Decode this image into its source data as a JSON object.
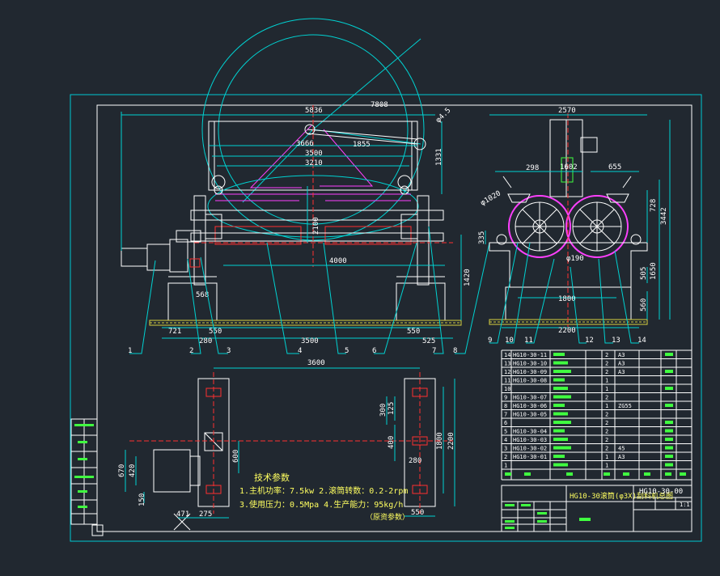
{
  "colors": {
    "background": "#212830",
    "frame": "#00c8d2",
    "outline": "#ffffff",
    "dimension": "#00d2d2",
    "text": "#ffffff",
    "red": "#ff3030",
    "magenta": "#ff40ff",
    "green": "#40ff40",
    "ground": "#d8d040",
    "yellow": "#ffff60"
  },
  "front_view": {
    "dims": {
      "d5836": "5836",
      "d7808": "7808",
      "d3666": "3666",
      "d1855": "1855",
      "d3500": "3500",
      "d3210": "3210",
      "d1331": "1331",
      "d2100": "2100",
      "d4000": "4000",
      "d335": "335",
      "d1420": "1420",
      "d568": "568",
      "d721": "721",
      "d280": "280",
      "d550": "550",
      "d3500b": "3500",
      "d550b": "550",
      "d525": "525",
      "phi": "φ4.5"
    },
    "balloons": [
      "1",
      "2",
      "3",
      "4",
      "5",
      "6",
      "7",
      "8"
    ]
  },
  "side_view": {
    "dims": {
      "d2570": "2570",
      "d298": "298",
      "d1602": "1602",
      "d655": "655",
      "d728": "728",
      "d3442": "3442",
      "d1020": "φ1020",
      "d190": "φ190",
      "d505": "505",
      "d1650": "1650",
      "d560": "560",
      "d1800": "1800",
      "d2200": "2200"
    },
    "balloons": [
      "9",
      "10",
      "11",
      "12",
      "13",
      "14"
    ]
  },
  "plan_view": {
    "dims": {
      "d3600": "3600",
      "d600": "600",
      "d670": "670",
      "d420": "420",
      "d150": "150",
      "d471": "471",
      "d275": "275",
      "d300": "300",
      "d125": "125",
      "d400": "400",
      "d280": "280",
      "d1800": "1800",
      "d2200": "2200",
      "d550": "550"
    }
  },
  "tech": {
    "title": "技术参数",
    "line1": "1.主机功率：7.5kw   2.滚筒转数：0.2-2rpm",
    "line2": "3.使用压力：0.5Mpa  4.生产能力：95kg/h",
    "note": "（原资参数）"
  },
  "bom": {
    "rows": [
      {
        "no": "14",
        "code": "HG10-30-11",
        "qty": "2",
        "mat": "A3"
      },
      {
        "no": "13",
        "code": "HG10-30-10",
        "qty": "2",
        "mat": "A3"
      },
      {
        "no": "12",
        "code": "HG10-30-09",
        "qty": "2",
        "mat": "A3"
      },
      {
        "no": "11",
        "code": "HG10-30-08",
        "qty": "1",
        "mat": ""
      },
      {
        "no": "10",
        "code": "",
        "qty": "1",
        "mat": ""
      },
      {
        "no": "9",
        "code": "HG10-30-07",
        "qty": "2",
        "mat": ""
      },
      {
        "no": "8",
        "code": "HG10-30-06",
        "qty": "1",
        "mat": "ZG55"
      },
      {
        "no": "7",
        "code": "HG10-30-05",
        "qty": "2",
        "mat": ""
      },
      {
        "no": "6",
        "code": "",
        "qty": "2",
        "mat": ""
      },
      {
        "no": "5",
        "code": "HG10-30-04",
        "qty": "2",
        "mat": ""
      },
      {
        "no": "4",
        "code": "HG10-30-03",
        "qty": "2",
        "mat": ""
      },
      {
        "no": "3",
        "code": "HG10-30-02",
        "qty": "2",
        "mat": "45"
      },
      {
        "no": "2",
        "code": "HG10-30-01",
        "qty": "1",
        "mat": "A3"
      },
      {
        "no": "1",
        "code": "",
        "qty": "1",
        "mat": ""
      }
    ]
  },
  "title_block": {
    "drawing_title": "HG10-30滚筒(φ3X)刮料机总图",
    "drawing_no": "HG10-30-00",
    "scale": "1:1"
  }
}
